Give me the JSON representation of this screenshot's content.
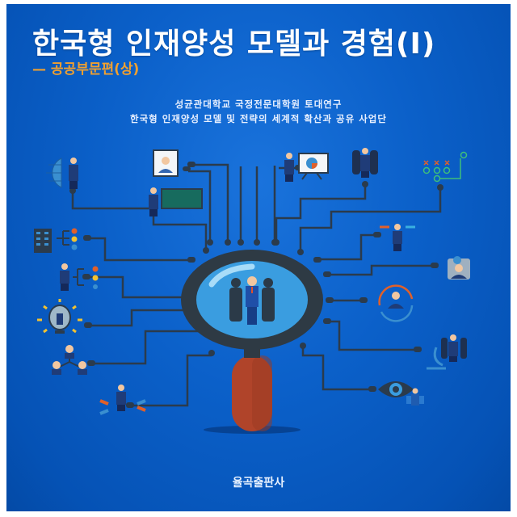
{
  "cover": {
    "title": "한국형 인재양성 모델과 경험(I)",
    "subtitle": "— 공공부문편(상)",
    "author_line_1": "성균관대학교 국정전문대학원 토대연구",
    "author_line_2": "한국형 인재양성 모델 및 전략의 세계적 확산과 공유 사업단",
    "publisher": "율곡출판사",
    "colors": {
      "background": "#0b60c9",
      "title": "#ffffff",
      "subtitle": "#f0a030",
      "magnifier_ring": "#2e3a44",
      "magnifier_lens": "#3a9de0",
      "magnifier_handle": "#b0442a",
      "circuit_lines": "#2a3a4a"
    },
    "illustration": {
      "central": "magnifying-glass-with-people",
      "icons": [
        "globe-person-icon",
        "id-card-icon",
        "presenter-chalkboard-icon",
        "presenter-chart-icon",
        "team-group-icon",
        "strategy-play-icon",
        "building-org-icon",
        "person-options-icon",
        "exchange-person-icon",
        "profile-badge-icon",
        "lightbulb-person-icon",
        "rotation-person-icon",
        "network-people-icon",
        "phone-team-icon",
        "direction-person-icon",
        "eye-team-icon"
      ]
    }
  }
}
